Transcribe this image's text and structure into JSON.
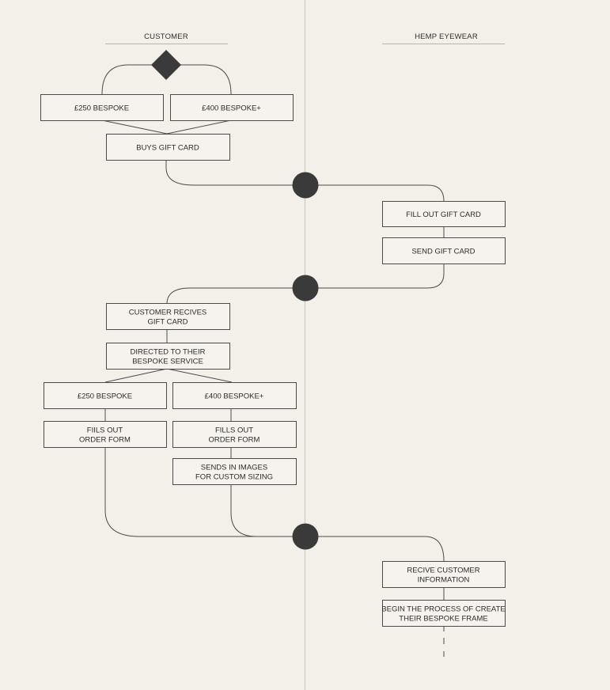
{
  "lanes": {
    "customer": "CUSTOMER",
    "hemp": "HEMP EYEWEAR"
  },
  "boxes": {
    "bespoke_250_top": [
      "£250 BESPOKE"
    ],
    "bespoke_400_top": [
      "£400 BESPOKE+"
    ],
    "buys_gift_card": [
      "BUYS GIFT CARD"
    ],
    "fill_out_gift_card": [
      "FILL OUT GIFT CARD"
    ],
    "send_gift_card": [
      "SEND GIFT CARD"
    ],
    "customer_receives": [
      "CUSTOMER RECIVES",
      "GIFT CARD"
    ],
    "directed_bespoke": [
      "DIRECTED TO THEIR",
      "BESPOKE SERVICE"
    ],
    "bespoke_250_mid": [
      "£250 BESPOKE"
    ],
    "bespoke_400_mid": [
      "£400 BESPOKE+"
    ],
    "fills_order_left": [
      "FIILS OUT",
      "ORDER FORM"
    ],
    "fills_order_right": [
      "FILLS OUT",
      "ORDER FORM"
    ],
    "sends_images": [
      "SENDS IN IMAGES",
      "FOR CUSTOM SIZING"
    ],
    "recive_info": [
      "RECIVE CUSTOMER",
      "INFORMATION"
    ],
    "begin_process": [
      "BEGIN THE PROCESS OF CREATE",
      "THEIR BESPOKE FRAME"
    ]
  },
  "colors": {
    "background": "#f3f0ea",
    "box_fill": "#f6f3ee",
    "stroke": "#4b4b4b",
    "node": "#3a3a3a",
    "lane_divider": "#cfcac2"
  }
}
